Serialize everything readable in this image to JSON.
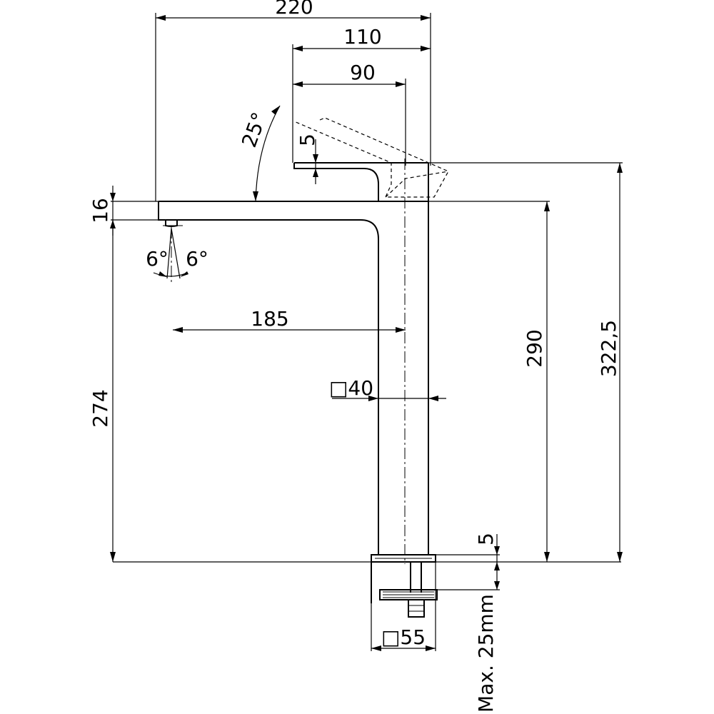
{
  "drawing": {
    "title": "Tall basin mixer technical drawing"
  },
  "dimensions": {
    "overall_reach": "220",
    "lever_offset": "110",
    "lever_length": "90",
    "lever_angle": "25°",
    "lever_gap": "5",
    "spout_thickness": "16",
    "aerator_angle_left": "6°",
    "aerator_angle_right": "6°",
    "spout_reach": "185",
    "body_square": "□40",
    "outlet_height": "274",
    "spout_top_height": "290",
    "overall_height": "322,5",
    "base_plate": "5",
    "base_square": "□55",
    "max_deck_thickness": "Max. 25mm"
  }
}
